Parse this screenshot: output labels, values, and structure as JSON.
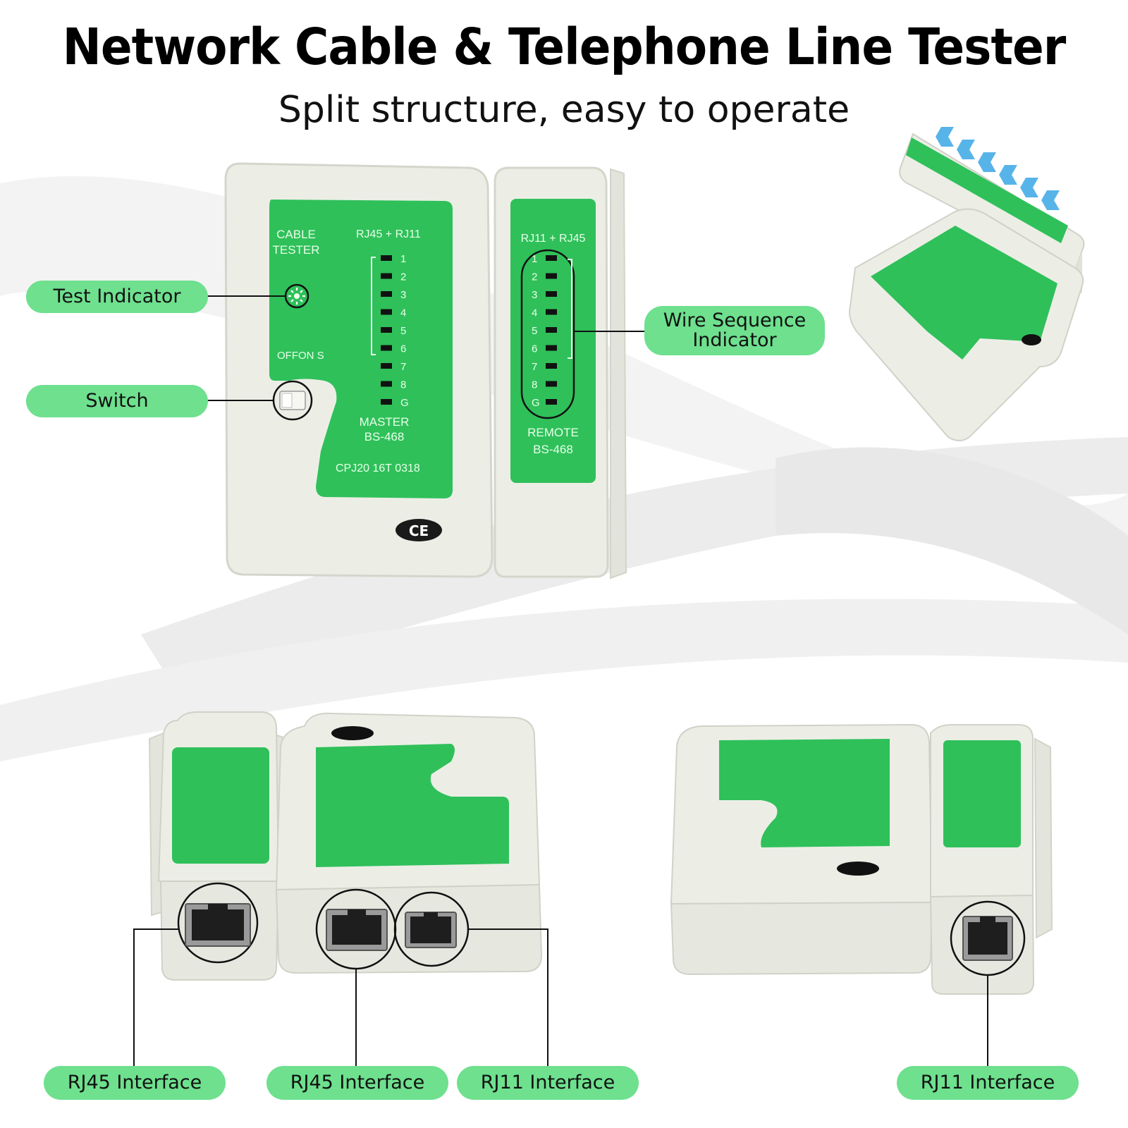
{
  "title": "Network Cable & Telephone Line Tester",
  "subtitle": "Split structure, easy to operate",
  "callouts": {
    "test_indicator": "Test Indicator",
    "switch": "Switch",
    "wire_sequence_line1": "Wire Sequence",
    "wire_sequence_line2": "Indicator",
    "rj45_interface_remote": "RJ45 Interface",
    "rj45_interface_master": "RJ45 Interface",
    "rj11_interface_master": "RJ11 Interface",
    "rj11_interface_remote": "RJ11 Interface"
  },
  "master_unit": {
    "cable_tester_line1": "CABLE",
    "cable_tester_line2": "TESTER",
    "ports_label": "RJ45 + RJ11",
    "switch_label": "OFFON S",
    "model_line1": "MASTER",
    "model_line2": "BS-468",
    "serial": "CPJ20 16T 0318",
    "led_labels": [
      "1",
      "2",
      "3",
      "4",
      "5",
      "6",
      "7",
      "8",
      "G"
    ]
  },
  "remote_unit": {
    "ports_label": "RJ11 + RJ45",
    "model_line1": "REMOTE",
    "model_line2": "BS-468",
    "led_labels": [
      "1",
      "2",
      "3",
      "4",
      "5",
      "6",
      "7",
      "8",
      "G"
    ]
  },
  "colors": {
    "accent_green": "#6ee08e",
    "panel_green": "#2fc05a",
    "case_white": "#eceee6"
  }
}
